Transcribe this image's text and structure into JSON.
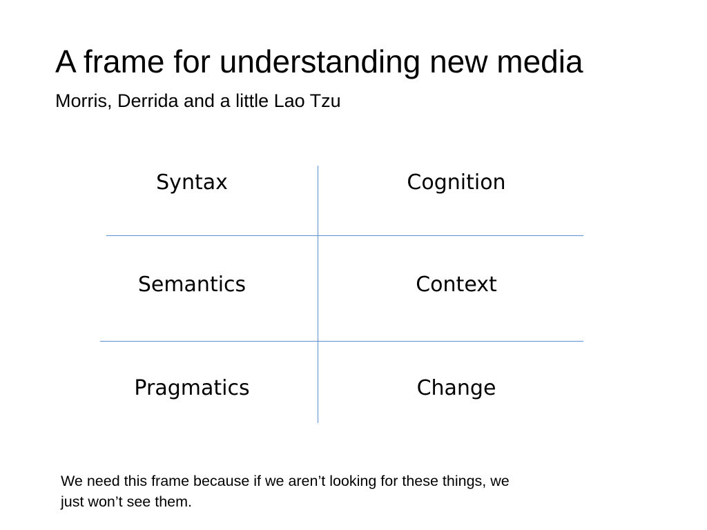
{
  "slide": {
    "title": "A frame for understanding new media",
    "subtitle": "Morris, Derrida and a little Lao Tzu",
    "grid": {
      "rows": [
        {
          "left": "Syntax",
          "right": "Cognition"
        },
        {
          "left": "Semantics",
          "right": "Context"
        },
        {
          "left": "Pragmatics",
          "right": "Change"
        }
      ]
    },
    "footnote": "We need this frame because if we aren’t looking for these things, we just won’t see them.",
    "colors": {
      "divider": "#5b8fd4",
      "background": "#ffffff",
      "text": "#000000"
    }
  }
}
